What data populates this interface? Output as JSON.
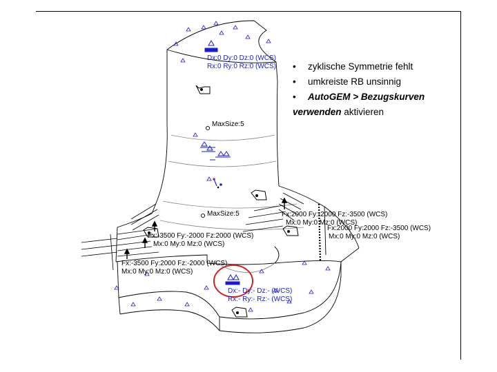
{
  "notes": {
    "bullet1": "zyklische Symmetrie fehlt",
    "bullet2": "umkreiste RB unsinnig",
    "bullet3_bold_a": "AutoGEM > Bezugskurven",
    "bullet3_bold_b": "verwenden",
    "bullet3_rest": " aktivieren",
    "bullet_symbol": "•"
  },
  "model": {
    "top_constraint_line1": "Dx:0 Dy:0 Dz:0 (WCS)",
    "top_constraint_line2": "Rx:0 Ry:0 Rz:0 (WCS)",
    "maxsize_upper": "MaxSize:5",
    "maxsize_lower": "MaxSize:5",
    "right_load1_line1": "Fx:2000 Fy:-2000 Fz:-3500 (WCS)",
    "right_load1_line2": "Mx:0 My:0 Mz:0 (WCS)",
    "right_load2_line1": "Fx:2000 Fy:2000 Fz:-3500 (WCS)",
    "right_load2_line2": "Mx:0 My:0 Mz:0 (WCS)",
    "left_load1_line1": "Fx:-3500 Fy:-2000 Fz:2000 (WCS)",
    "left_load1_line2": "Mx:0 My:0 Mz:0 (WCS)",
    "left_load2_line1": "Fx:-3500 Fy:2000 Fz:-2000 (WCS)",
    "left_load2_line2": "Mx:0 My:0 Mz:0 (WCS)",
    "circled_constraint_line1": "Dx:- Dy:- Dz:- (WCS)",
    "circled_constraint_line2": "Rx:- Ry:- Rz:- (WCS)"
  },
  "colors": {
    "constraint_blue": "#1a1ad0",
    "highlight_red": "#cc2222",
    "mesh_line": "#000000",
    "datum_curve": "#808080"
  }
}
